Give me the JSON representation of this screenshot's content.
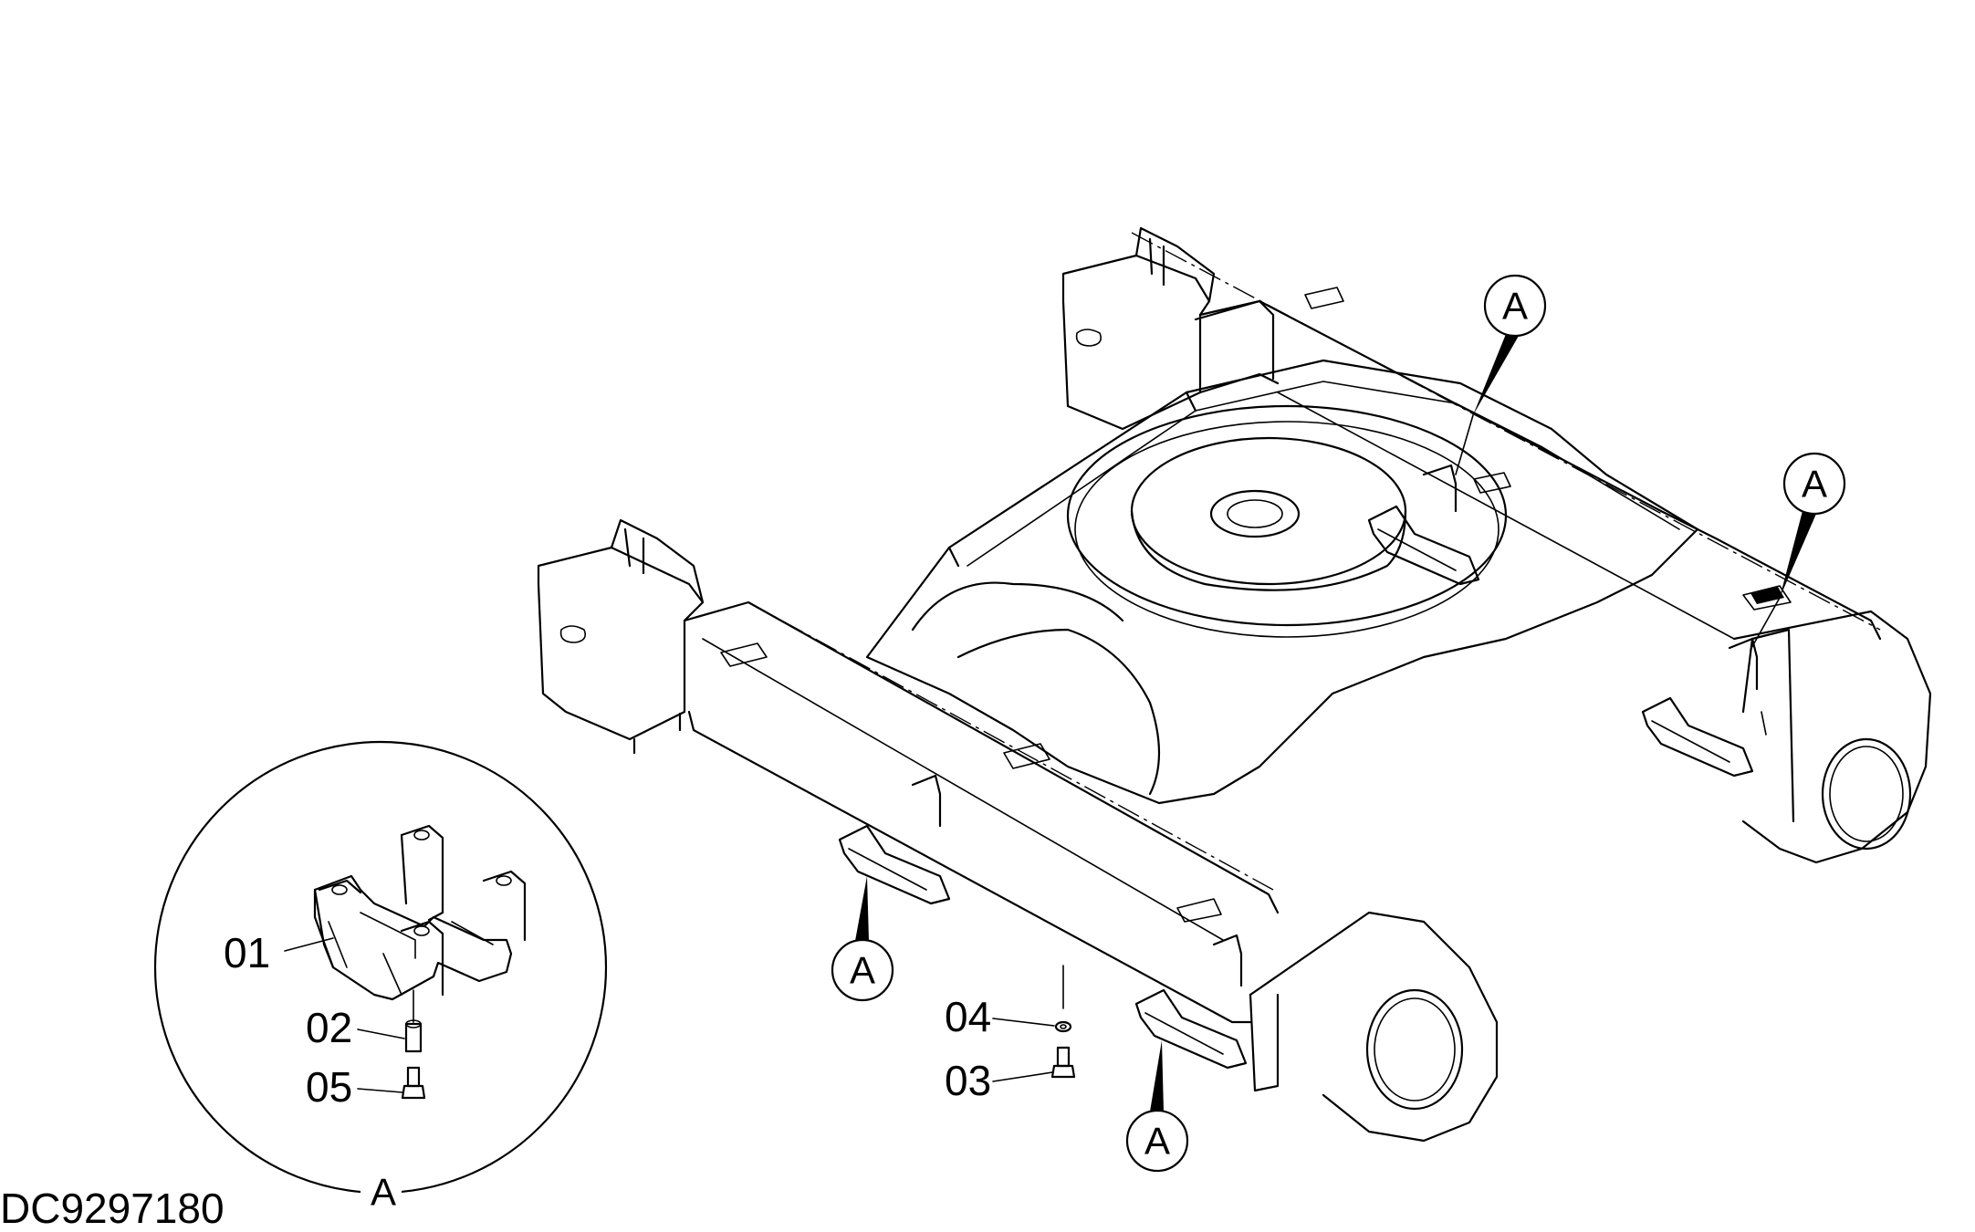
{
  "drawing": {
    "reference_code": "DC9297180",
    "detail_view_label": "A",
    "callout_letter": "A",
    "parts": [
      {
        "number": "01"
      },
      {
        "number": "02"
      },
      {
        "number": "05"
      },
      {
        "number": "04"
      },
      {
        "number": "03"
      }
    ]
  }
}
